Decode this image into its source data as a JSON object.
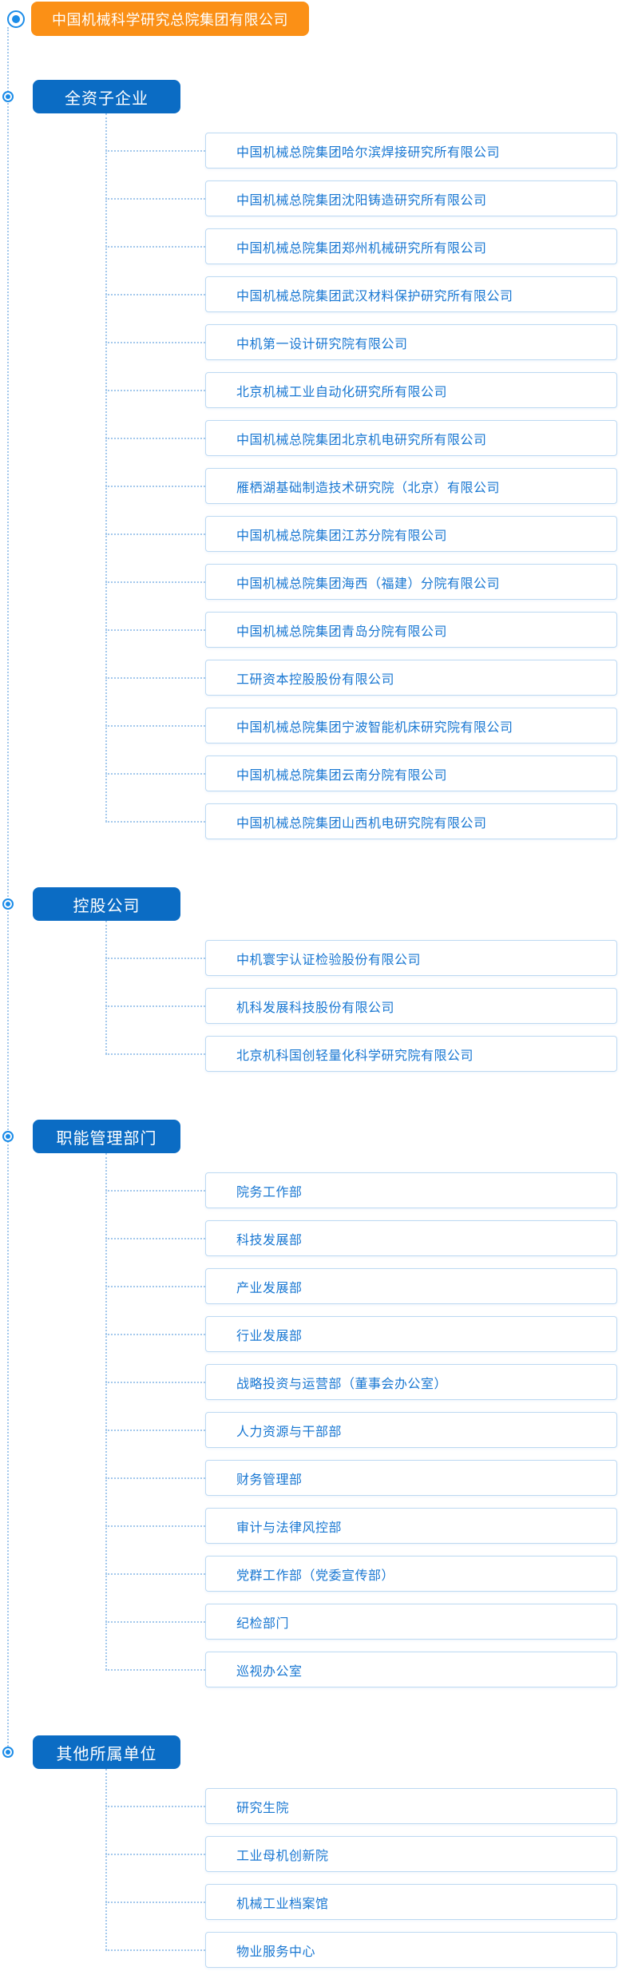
{
  "root": {
    "label": "中国机械科学研究总院集团有限公司"
  },
  "colors": {
    "root_bg": "#fb9016",
    "section_bg": "#0b6cc4",
    "item_text": "#1877d2",
    "item_border": "#bdd9f2",
    "connector": "#a3c8ec",
    "bullet": "#1b8ce8"
  },
  "icons": {
    "node_bullet": "ring-dot-icon"
  },
  "sections": [
    {
      "label": "全资子企业",
      "items": [
        "中国机械总院集团哈尔滨焊接研究所有限公司",
        "中国机械总院集团沈阳铸造研究所有限公司",
        "中国机械总院集团郑州机械研究所有限公司",
        "中国机械总院集团武汉材料保护研究所有限公司",
        "中机第一设计研究院有限公司",
        "北京机械工业自动化研究所有限公司",
        "中国机械总院集团北京机电研究所有限公司",
        "雁栖湖基础制造技术研究院（北京）有限公司",
        "中国机械总院集团江苏分院有限公司",
        "中国机械总院集团海西（福建）分院有限公司",
        "中国机械总院集团青岛分院有限公司",
        "工研资本控股股份有限公司",
        "中国机械总院集团宁波智能机床研究院有限公司",
        "中国机械总院集团云南分院有限公司",
        "中国机械总院集团山西机电研究院有限公司"
      ]
    },
    {
      "label": "控股公司",
      "items": [
        "中机寰宇认证检验股份有限公司",
        "机科发展科技股份有限公司",
        "北京机科国创轻量化科学研究院有限公司"
      ]
    },
    {
      "label": "职能管理部门",
      "items": [
        "院务工作部",
        "科技发展部",
        "产业发展部",
        "行业发展部",
        "战略投资与运营部（董事会办公室）",
        "人力资源与干部部",
        "财务管理部",
        "审计与法律风控部",
        "党群工作部（党委宣传部）",
        "纪检部门",
        "巡视办公室"
      ]
    },
    {
      "label": "其他所属单位",
      "items": [
        "研究生院",
        "工业母机创新院",
        "机械工业档案馆",
        "物业服务中心"
      ]
    }
  ]
}
